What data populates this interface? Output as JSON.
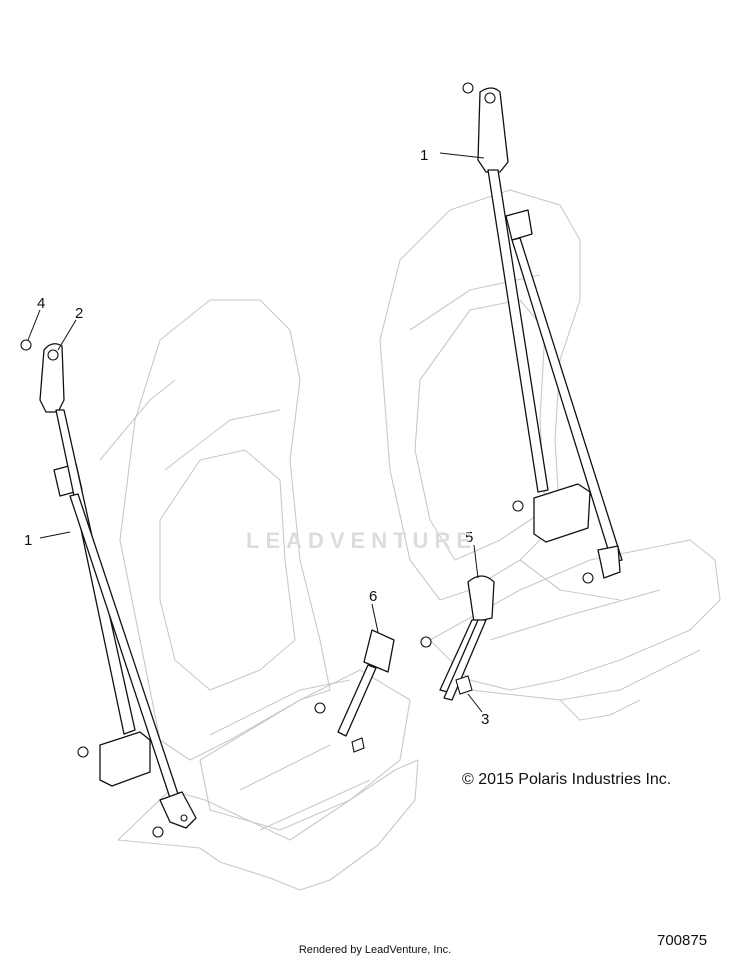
{
  "callouts": [
    {
      "id": "1a",
      "text": "1"
    },
    {
      "id": "1b",
      "text": "1"
    },
    {
      "id": "2",
      "text": "2"
    },
    {
      "id": "3",
      "text": "3"
    },
    {
      "id": "4",
      "text": "4"
    },
    {
      "id": "5",
      "text": "5"
    },
    {
      "id": "6",
      "text": "6"
    }
  ],
  "copyright": "© 2015 Polaris Industries Inc.",
  "rendered_by": "Rendered by LeadVenture, Inc.",
  "part_number": "700875",
  "watermark": "LEADVENTURE"
}
